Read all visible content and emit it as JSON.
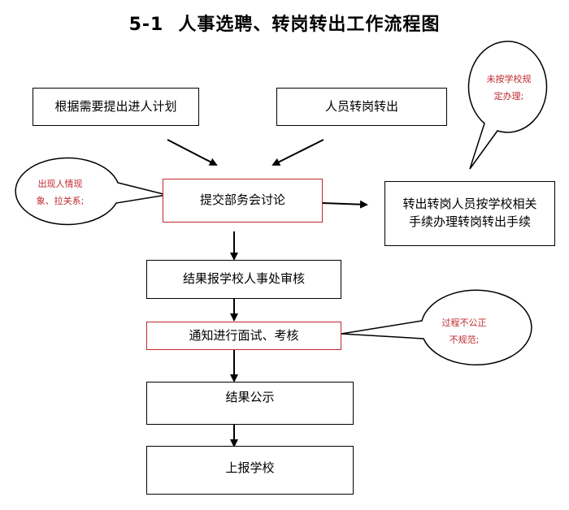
{
  "title": {
    "number": "5-1",
    "text": "人事选聘、转岗转出工作流程图"
  },
  "boxes": {
    "plan": "根据需要提出进人计划",
    "transfer": "人员转岗转出",
    "discuss": "提交部务会讨论",
    "transfer_process": "转出转岗人员按学校相关手续办理转岗转出手续",
    "report": "结果报学校人事处审核",
    "interview": "通知进行面试、考核",
    "publicity": "结果公示",
    "submit": "上报学校"
  },
  "notes": {
    "not_per_rules": "未按学校规定办理;",
    "connections": "出现人情现象、拉关系;",
    "unfair": "过程不公正不规范;"
  },
  "colors": {
    "warning": "#c0282f",
    "line": "#000000"
  }
}
